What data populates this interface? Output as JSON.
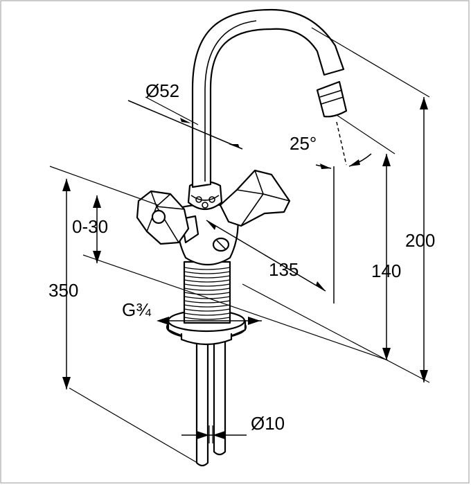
{
  "dimensions": {
    "spout_diameter": "Ø52",
    "swivel_angle": "25°",
    "adjust_range": "0-30",
    "thread": "G¾",
    "reach": "135",
    "outlet_height": "140",
    "total_height": "200",
    "hose_length": "350",
    "hose_diameter": "Ø10"
  }
}
